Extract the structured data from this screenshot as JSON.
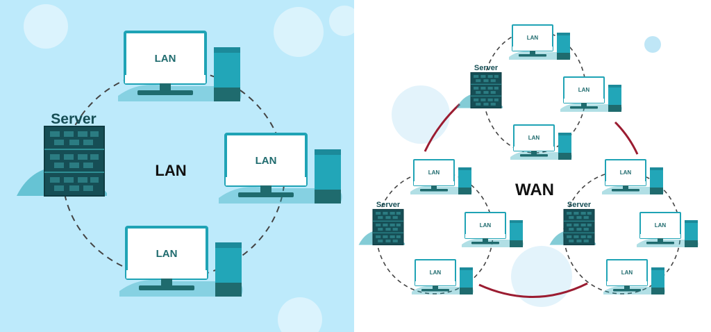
{
  "lan_panel": {
    "title": "LAN",
    "server_label": "Server",
    "computers": [
      {
        "label": "LAN"
      },
      {
        "label": "LAN"
      },
      {
        "label": "LAN"
      }
    ]
  },
  "wan_panel": {
    "title": "WAN",
    "clusters": [
      {
        "server_label": "Server",
        "computers": [
          {
            "label": "LAN"
          },
          {
            "label": "LAN"
          },
          {
            "label": "LAN"
          }
        ]
      },
      {
        "server_label": "Server",
        "computers": [
          {
            "label": "LAN"
          },
          {
            "label": "LAN"
          },
          {
            "label": "LAN"
          }
        ]
      },
      {
        "server_label": "Server",
        "computers": [
          {
            "label": "LAN"
          },
          {
            "label": "LAN"
          },
          {
            "label": "LAN"
          }
        ]
      }
    ]
  },
  "colors": {
    "left_background": "#bdeafb",
    "right_background": "#ffffff",
    "device_dark": "#1f6b6e",
    "screen_border": "#1fa3b5",
    "tower": "#22a6b8",
    "server_dark": "#164e55",
    "wan_link": "#9b1c31",
    "dashed_link": "#444444"
  }
}
